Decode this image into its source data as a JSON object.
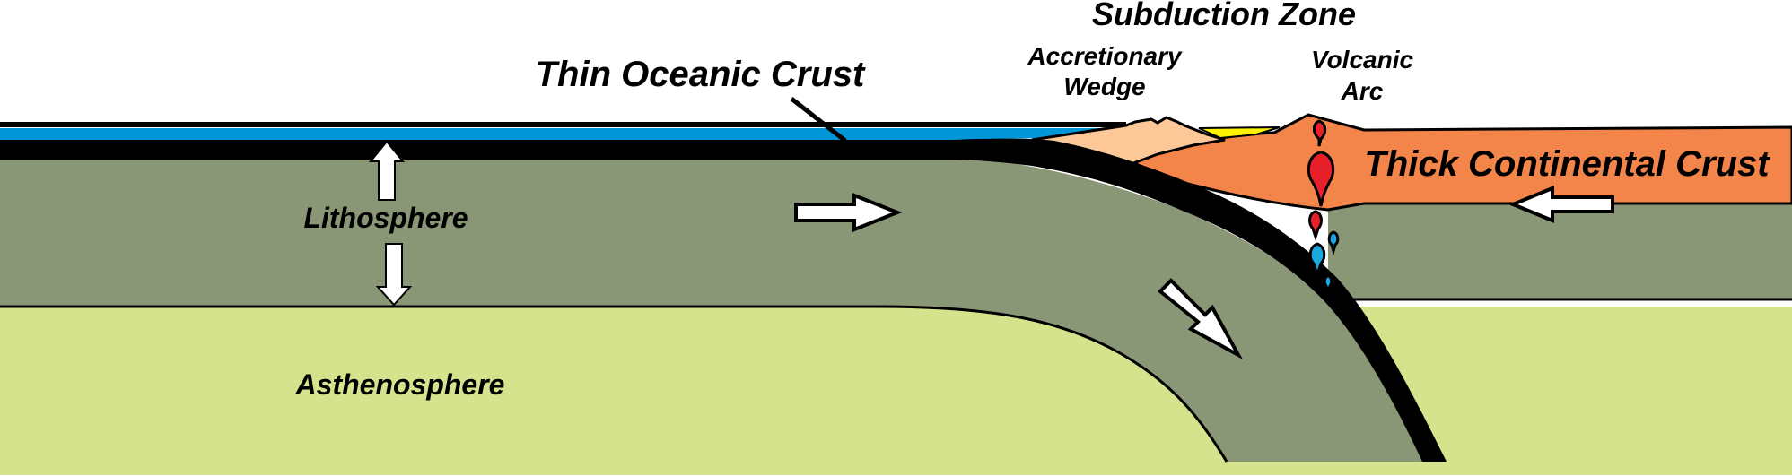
{
  "diagram": {
    "title": "Subduction Zone",
    "labels": {
      "accretionary_wedge_line1": "Accretionary",
      "accretionary_wedge_line2": "Wedge",
      "volcanic_arc_line1": "Volcanic",
      "volcanic_arc_line2": "Arc",
      "thin_oceanic_crust": "Thin Oceanic Crust",
      "thick_continental_crust": "Thick Continental Crust",
      "lithosphere": "Lithosphere",
      "asthenosphere": "Asthenosphere"
    },
    "colors": {
      "ocean": "#0096d8",
      "oceanic_crust": "#000000",
      "lithosphere": "#8a9776",
      "asthenosphere": "#d4e38c",
      "continental_crust": "#f4854a",
      "accretionary_wedge": "#fcc898",
      "sediment": "#fff200",
      "magma_red": "#e8202a",
      "magma_blue": "#1aa8e0",
      "arrow_fill": "#ffffff"
    },
    "arrows": [
      {
        "name": "lithosphere-thickness-up-arrow",
        "direction": "up"
      },
      {
        "name": "lithosphere-thickness-down-arrow",
        "direction": "down"
      },
      {
        "name": "oceanic-plate-motion-arrow",
        "direction": "right"
      },
      {
        "name": "slab-descent-arrow",
        "direction": "down-right"
      },
      {
        "name": "continental-plate-motion-arrow",
        "direction": "left"
      }
    ]
  }
}
